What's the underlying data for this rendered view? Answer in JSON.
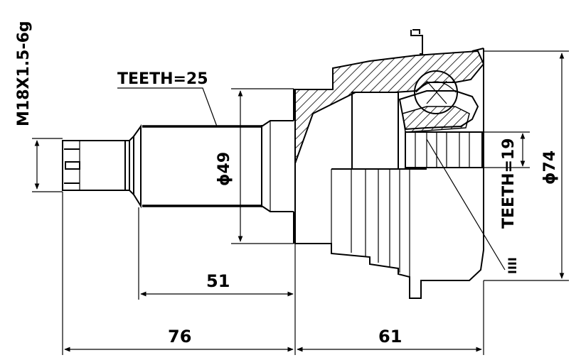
{
  "drawing": {
    "thread_spec": "M18X1.5-6g",
    "outer_teeth": "TEETH=25",
    "inner_teeth": "TEETH=19",
    "shaft_diameter": "ϕ49",
    "outer_diameter": "ϕ74",
    "dim_shaft_length": "51",
    "dim_total_stub_length": "76",
    "dim_housing_length": "61",
    "mark": "IIII"
  }
}
